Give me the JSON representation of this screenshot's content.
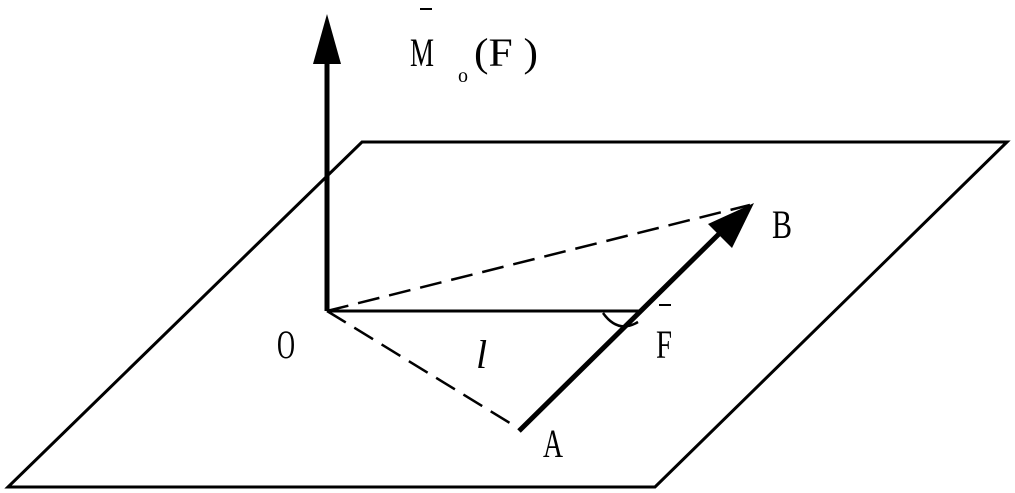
{
  "diagram": {
    "moment_label": {
      "symbol": "M",
      "subscript": "o",
      "argument": "(F )"
    },
    "point_labels": {
      "origin": "O",
      "point_a": "A",
      "point_b": "B"
    },
    "force_label": "F",
    "lever_arm_label": "l",
    "colors": {
      "stroke": "#000000",
      "background": "#ffffff"
    }
  }
}
